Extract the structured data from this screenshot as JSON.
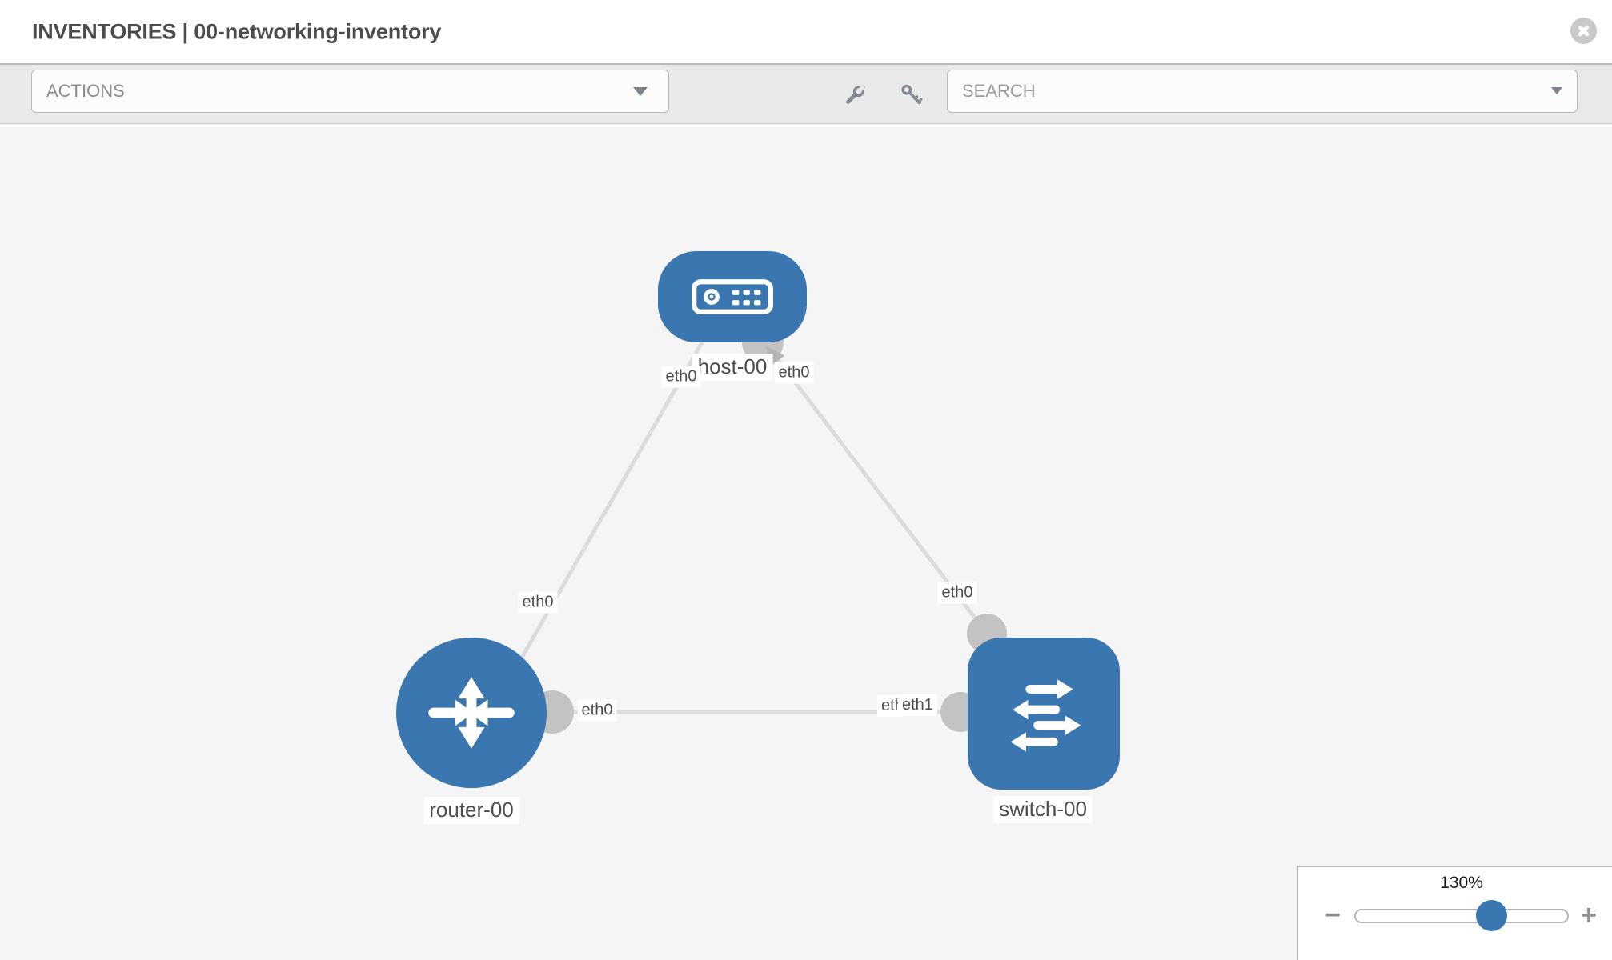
{
  "header": {
    "title": "INVENTORIES | 00-networking-inventory"
  },
  "toolbar": {
    "actions_label": "ACTIONS",
    "search_placeholder": "SEARCH",
    "icons": [
      "wrench-icon",
      "key-icon"
    ]
  },
  "topology": {
    "nodes": [
      {
        "id": "host-00",
        "type": "host",
        "label": "host-00"
      },
      {
        "id": "router-00",
        "type": "router",
        "label": "router-00"
      },
      {
        "id": "switch-00",
        "type": "switch",
        "label": "switch-00"
      }
    ],
    "links": [
      {
        "from": "host-00",
        "to": "router-00",
        "from_if": "eth0",
        "to_if": "eth0"
      },
      {
        "from": "host-00",
        "to": "switch-00",
        "from_if": "eth0",
        "to_if": "eth0"
      },
      {
        "from": "router-00",
        "to": "switch-00",
        "from_if": "eth0",
        "to_if": "eth1"
      }
    ],
    "interface_labels": {
      "host_left": "eth0",
      "host_right": "eth0",
      "host_router_mid": "eth0",
      "switch_top": "eth0",
      "router_switch_left": "eth0",
      "switch_back": "eth1",
      "switch_front": "eth1"
    }
  },
  "zoom_control": {
    "level": "130%",
    "minus_label": "−",
    "plus_label": "+"
  },
  "colors": {
    "node_blue": "#3a76b0",
    "link_gray": "#dcdcdc",
    "connector_gray": "#c3c3c3",
    "toolbar_gray": "#e9e9e9",
    "canvas_gray": "#f5f5f5",
    "icon_gray": "#828990"
  }
}
